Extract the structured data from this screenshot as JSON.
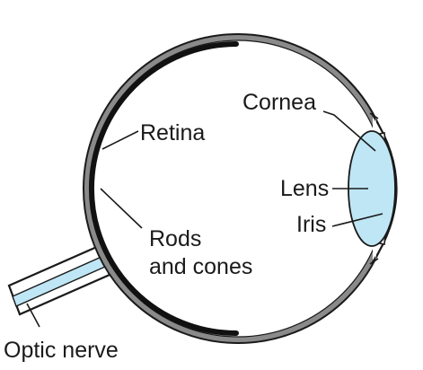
{
  "diagram": {
    "colors": {
      "background": "#ffffff",
      "outline": "#1a1a1a",
      "sclera": "#8a8a8a",
      "retina": "#111111",
      "lens_fill": "#bfe6f5",
      "nerve_fill": "#bfe6f5",
      "text": "#1a1a1a"
    },
    "labels": {
      "cornea": "Cornea",
      "retina": "Retina",
      "lens": "Lens",
      "iris": "Iris",
      "rods": "Rods",
      "and_cones": "and cones",
      "optic_nerve": "Optic nerve"
    }
  }
}
